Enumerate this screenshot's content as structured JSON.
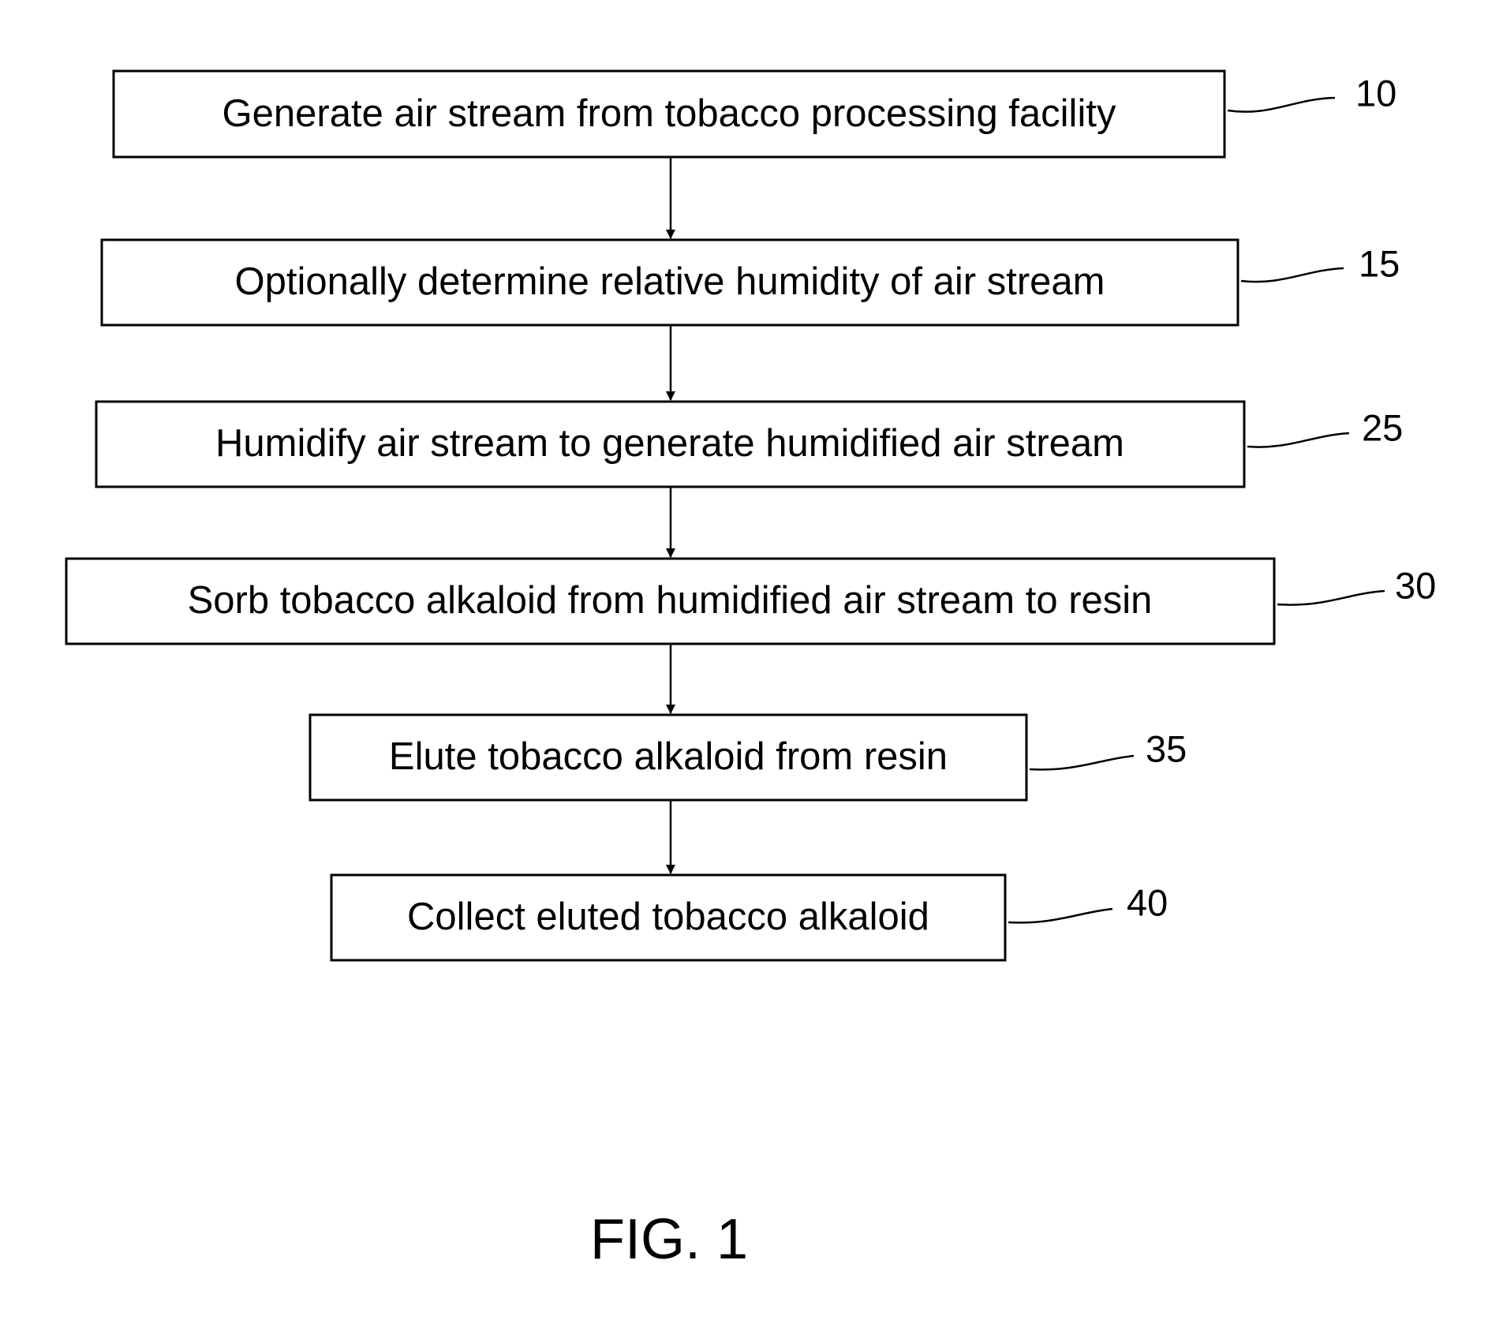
{
  "flowchart": {
    "steps": [
      {
        "ref": "10",
        "text": "Generate air stream from tobacco processing facility"
      },
      {
        "ref": "15",
        "text": "Optionally determine relative humidity of air stream"
      },
      {
        "ref": "25",
        "text": "Humidify air stream to generate humidified air stream"
      },
      {
        "ref": "30",
        "text": "Sorb tobacco alkaloid from humidified air stream to resin"
      },
      {
        "ref": "35",
        "text": "Elute tobacco alkaloid from resin"
      },
      {
        "ref": "40",
        "text": "Collect eluted tobacco alkaloid"
      }
    ]
  },
  "figure": {
    "caption": "FIG. 1"
  },
  "colors": {
    "line": "#000000",
    "background": "#ffffff",
    "text": "#000000"
  }
}
